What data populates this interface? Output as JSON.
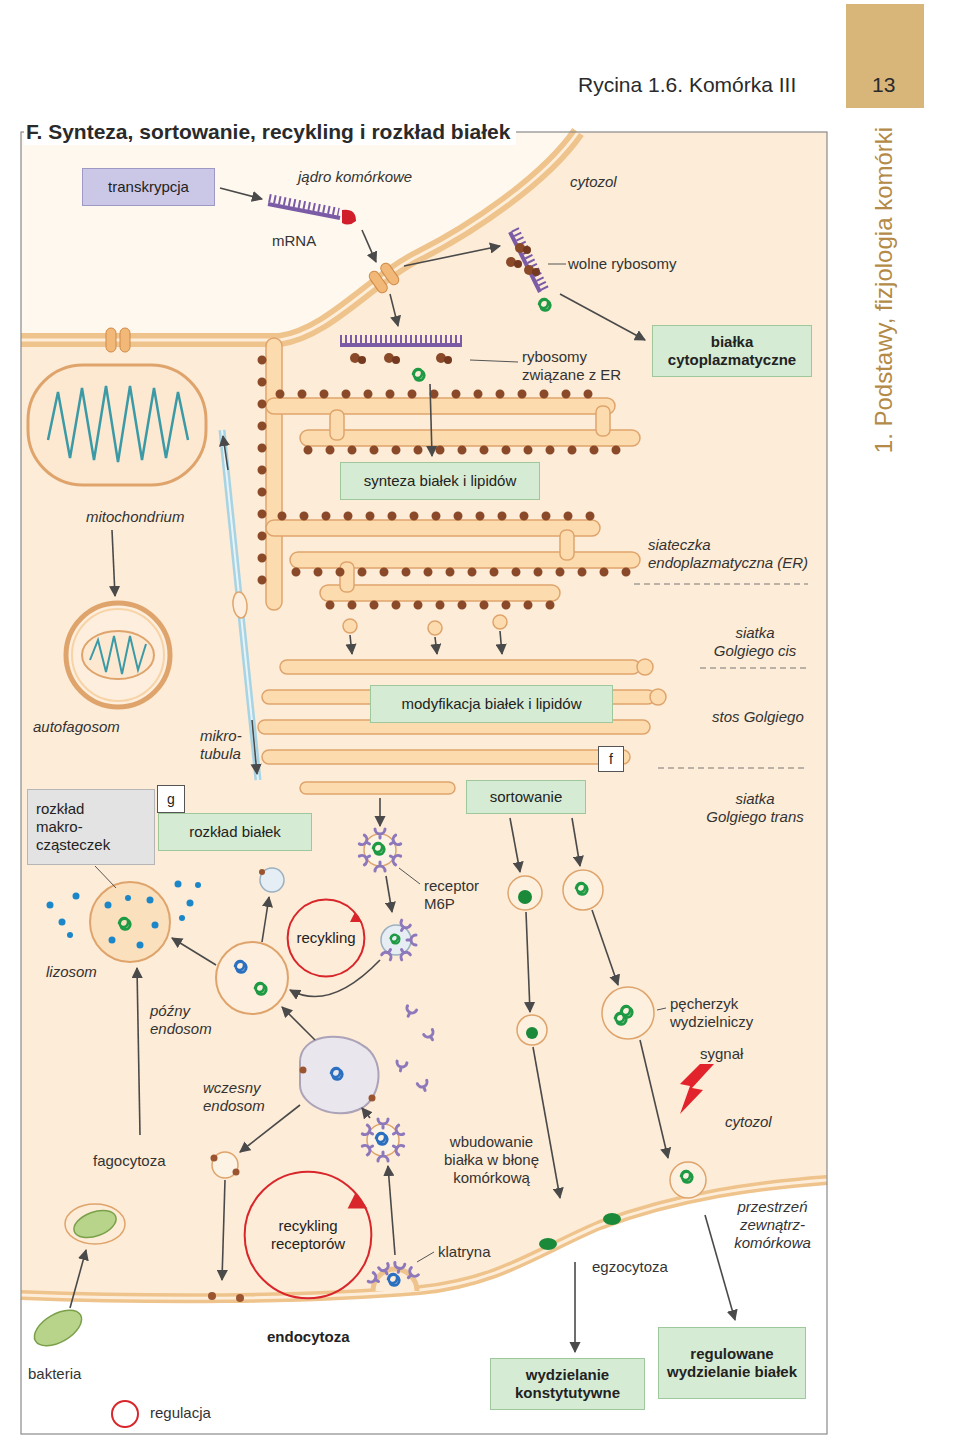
{
  "diagram": {
    "title": "F. Synteza, sortowanie, recykling i rozkład białek",
    "nodes": [
      {
        "text": [
          "transkrypcja"
        ]
      },
      {
        "text": [
          "białka cytoplazmatyczne"
        ]
      },
      {
        "text": [
          "synteza białek i lipidów"
        ]
      },
      {
        "text": [
          "modyfikacja białek i lipidów"
        ]
      },
      {
        "text": [
          "f"
        ]
      },
      {
        "text": [
          "rozkład makro- cząsteczek"
        ]
      },
      {
        "text": [
          "g"
        ]
      },
      {
        "text": [
          "rozkład białek"
        ]
      },
      {
        "text": [
          "sortowanie"
        ]
      },
      {
        "text": [
          "recykling"
        ]
      },
      {
        "text": [
          "recykling receptorów"
        ]
      },
      {
        "text": [
          "wydzielanie konstytutywne"
        ]
      },
      {
        "text": [
          "regulowane wydzielanie białek"
        ]
      }
    ],
    "labels": [
      "jądro komórkowe",
      "cytozol",
      "mRNA",
      "wolne rybosomy",
      "rybosomy związane z ER",
      "mitochondrium",
      "siateczka endoplazmatyczna (ER)",
      "siatka Golgiego cis",
      "stos Golgiego",
      "autofagosom",
      "mikro- tubula",
      "siatka Golgiego trans",
      "receptor M6P",
      "lizosom",
      "późny endosom",
      "wczesny endosom",
      "pęcherzyk wydzielniczy",
      "sygnał",
      "cytozol",
      "fagocytoza",
      "wbudowanie białka w błonę komórkową",
      "klatryna",
      "egzocytoza",
      "przestrzeń zewnątrz- komórkowa",
      "endocytoza",
      "bakteria",
      "Rycina 1.6. Komórka III",
      "13",
      "1. Podstawy, fizjologia komórki"
    ],
    "legend": [
      {
        "text": "regulacja"
      }
    ]
  }
}
